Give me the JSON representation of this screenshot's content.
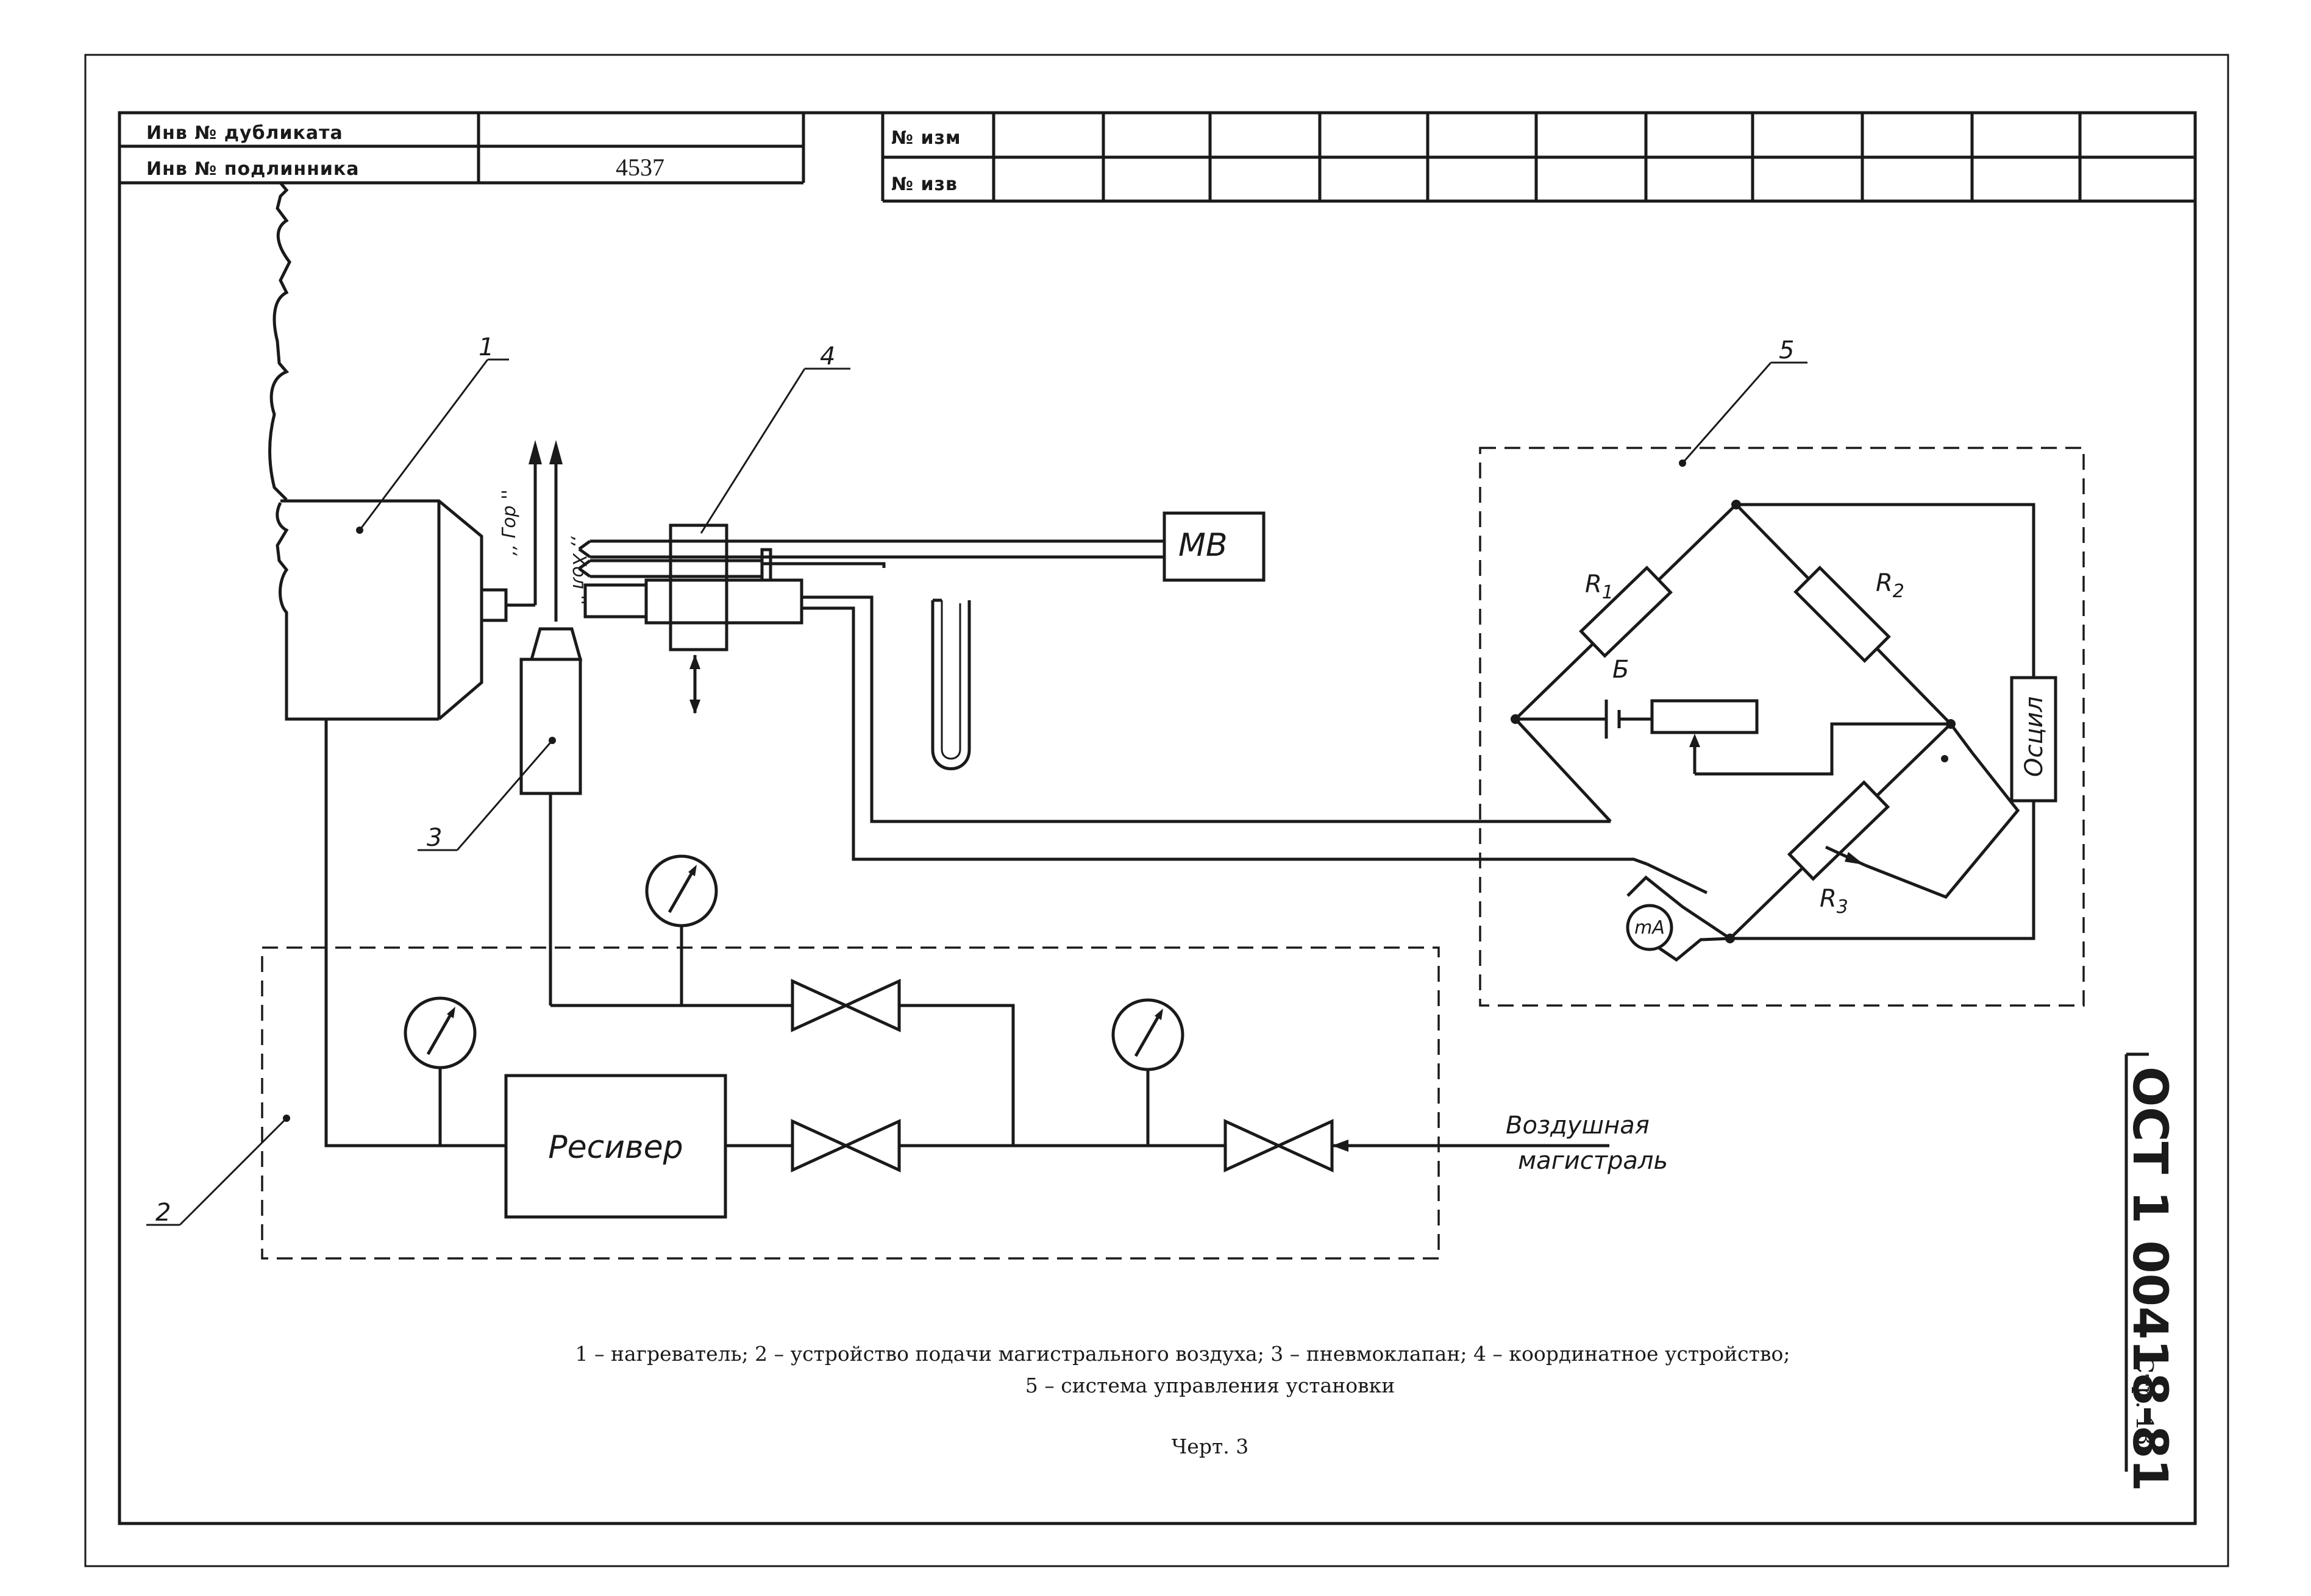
{
  "stamp": {
    "row1_label": "Инв № дубликата",
    "row1_value": "",
    "row2_label": "Инв № подлинника",
    "row2_value": "4537",
    "rev_label_1": "№ изм",
    "rev_label_2": "№ изв"
  },
  "diagram": {
    "callouts": {
      "c1": "1",
      "c2": "2",
      "c3": "3",
      "c4": "4",
      "c5": "5"
    },
    "hot_label": ",, Гор ''",
    "cold_label": ",, Хол ''",
    "mv_label": "МВ",
    "receiver_label": "Ресивер",
    "air_line_1": "Воздушная",
    "air_line_2": "магистраль",
    "r1": {
      "letter": "R",
      "sub": "1"
    },
    "r2": {
      "letter": "R",
      "sub": "2"
    },
    "r3": {
      "letter": "R",
      "sub": "3"
    },
    "battery_label": "Б",
    "osc_label": "Осцил",
    "ma_label": "mA"
  },
  "caption": {
    "line1": "1 – нагреватель; 2 – устройство подачи магистрального воздуха; 3 – пневмоклапан; 4 – координатное устройство;",
    "line2": "5 – система управления установки",
    "figure": "Черт. 3"
  },
  "side": {
    "standard": "ОСТ 1 00418-81",
    "page": "Стр. 13"
  }
}
